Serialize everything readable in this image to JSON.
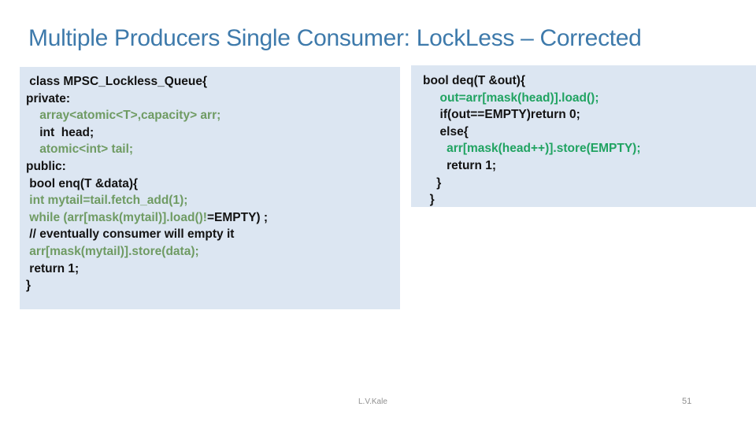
{
  "title": "Multiple Producers Single Consumer: LockLess – Corrected",
  "footer": {
    "author": "L.V.Kale",
    "page": "51"
  },
  "colors": {
    "title": "#3e7aab",
    "box_bg": "#dce6f2",
    "footer_text": "#8f8f8f",
    "segment_colors": {
      "k": "#121212",
      "g": "#6f9b63",
      "G": "#20a361"
    }
  },
  "code_boxes": [
    {
      "name": "enqueue-code",
      "lines": [
        [
          [
            " class MPSC_Lockless_Queue{",
            "k"
          ]
        ],
        [
          [
            "private:",
            "k"
          ]
        ],
        [
          [
            "    array<atomic<T>,capacity> arr;",
            "g"
          ]
        ],
        [
          [
            "    int  head;",
            "k"
          ]
        ],
        [
          [
            "    atomic<int> tail;",
            "g"
          ]
        ],
        [
          [
            "public:",
            "k"
          ]
        ],
        [
          [
            " bool enq(T &data){",
            "k"
          ]
        ],
        [
          [
            " int mytail=tail.fetch_add(1);",
            "g"
          ]
        ],
        [
          [
            " while (arr[mask(mytail)].load()!",
            "g"
          ],
          [
            "=EMPTY) ;",
            "k"
          ]
        ],
        [
          [
            " // eventually consumer will empty it",
            "k"
          ]
        ],
        [
          [
            " arr[mask(mytail)].store(data);",
            "g"
          ]
        ],
        [
          [
            " return 1;",
            "k"
          ]
        ],
        [
          [
            "}",
            "k"
          ]
        ]
      ]
    },
    {
      "name": "dequeue-code",
      "lines": [
        [
          [
            "bool deq(T &out){",
            "k"
          ]
        ],
        [
          [
            "     out=arr[mask(head)].load();",
            "G"
          ]
        ],
        [
          [
            "     if(out==EMPTY)return 0;",
            "k"
          ]
        ],
        [
          [
            "     else{",
            "k"
          ]
        ],
        [
          [
            "       arr[mask(head++)].store(EMPTY);",
            "G"
          ]
        ],
        [
          [
            "       return 1;",
            "k"
          ]
        ],
        [
          [
            "    }",
            "k"
          ]
        ],
        [
          [
            "  }",
            "k"
          ]
        ]
      ]
    }
  ]
}
